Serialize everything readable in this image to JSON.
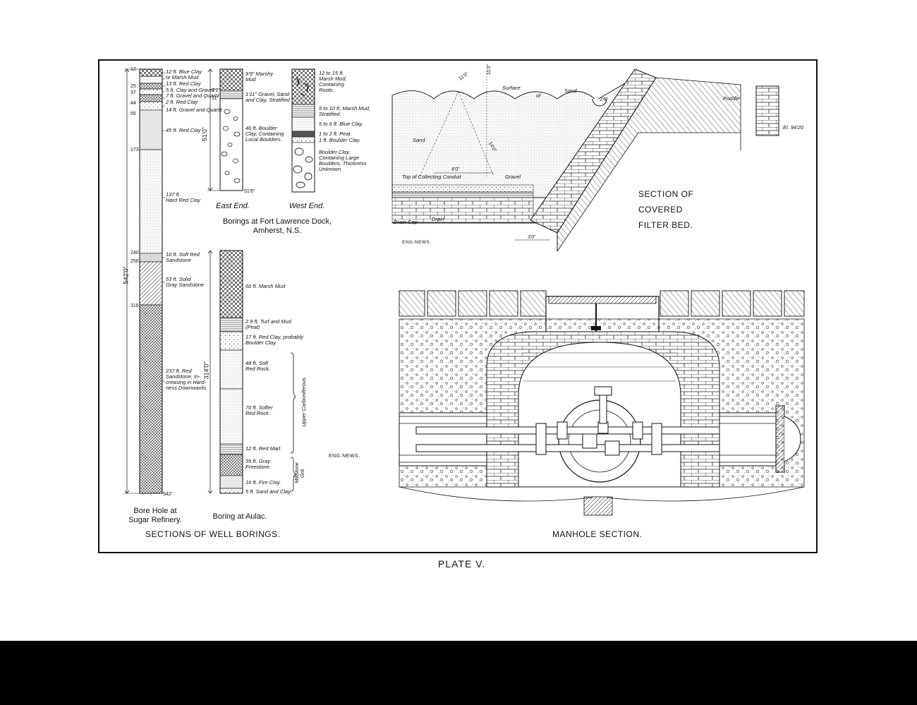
{
  "captions": {
    "sections_of_well_borings": "SECTIONS OF WELL BORINGS.",
    "manhole_section": "MANHOLE SECTION.",
    "plate": "PLATE V.",
    "filter_bed": "SECTION OF\nCOVERED\nFILTER BED.",
    "bore_hole": "Bore Hole at\nSugar Refinery.",
    "boring_aulac": "Boring at Aulac.",
    "fort_lawrence": "Borings at Fort Lawrence Dock,\nAmherst, N.S.",
    "east_end": "East End.",
    "west_end": "West End.",
    "eng_news_1": "ENG.NEWS.",
    "eng_news_2": "ENG.NEWS."
  },
  "bore_hole": {
    "depths": [
      "12",
      "25",
      "37",
      "44",
      "56",
      "173",
      "240",
      "250",
      "316",
      "542'"
    ],
    "total": "542'0\"",
    "labels": [
      "12 ft. Blue Clay\nor Marsh Mud",
      "13 ft. Red Clay",
      "5 ft. Clay and Gravel",
      "7 ft. Gravel and Quartz",
      "2 ft. Red Clay",
      "14 ft. Gravel and Quartz",
      "45 ft. Red Clay",
      "137 ft.\nHard Red Clay",
      "10 ft. Soft Red\nSandstone",
      "53 ft. Solid\nGray Sandstone",
      "237 ft. Red\nSandstone, In-\ncreasing in Hard-\nness Downwards."
    ]
  },
  "east_end": {
    "marks": [
      "9'9\"",
      "11'",
      "51'6\""
    ],
    "total": "51'0\"",
    "labels": [
      "9'9\" Marshy\nMud",
      "1'11\" Gravel, Sand\nand Clay, Stratified",
      "40 ft. Boulder\nClay, Containing\nLocal Boulders."
    ]
  },
  "west_end": {
    "labels": [
      "12 to 15 ft.\nMarsh Mud,\nContaining\nRoots.",
      "5 to 10 ft. Marsh Mud,\nStratified.",
      "5 to 6 ft. Blue Clay.",
      "1 to 2 ft. Peat.",
      "1 ft. Boulder Clay.",
      "Boulder Clay,\nContaining Large\nBoulders, Thickness\nUnknown."
    ]
  },
  "aulac": {
    "total": "314'0\"",
    "labels": [
      "60 ft. Marsh Mud",
      "2.9 ft. Turf and Mud\n(Peat)",
      "17 ft. Red Clay, probably\nBoulder Clay.",
      "48 ft. Soft\nRed Rock.",
      "70 ft. Softer\nRed Rock.",
      "12 ft. Red Marl.",
      "35 ft. Gray\nFreestone.",
      "16 ft. Fire Clay.",
      "5 ft. Sand and Clay."
    ],
    "brackets": [
      "Upper Carboniferous.",
      "Millstone\nGrit."
    ]
  },
  "filter": {
    "labels": [
      "Surface",
      "of",
      "Sand",
      "Sand",
      "Puddle",
      "Top of Collecting Conduit",
      "Gravel",
      "Drain Cap",
      "Drain",
      "El. 94'20"
    ],
    "dims": [
      "11'0\"",
      "11'0\"",
      "4'0\"",
      "14'0\"",
      "3'0\"",
      "2'6\""
    ]
  },
  "colors": {
    "ink": "#111111",
    "paper": "#ffffff",
    "bottom_band": "#000000"
  }
}
